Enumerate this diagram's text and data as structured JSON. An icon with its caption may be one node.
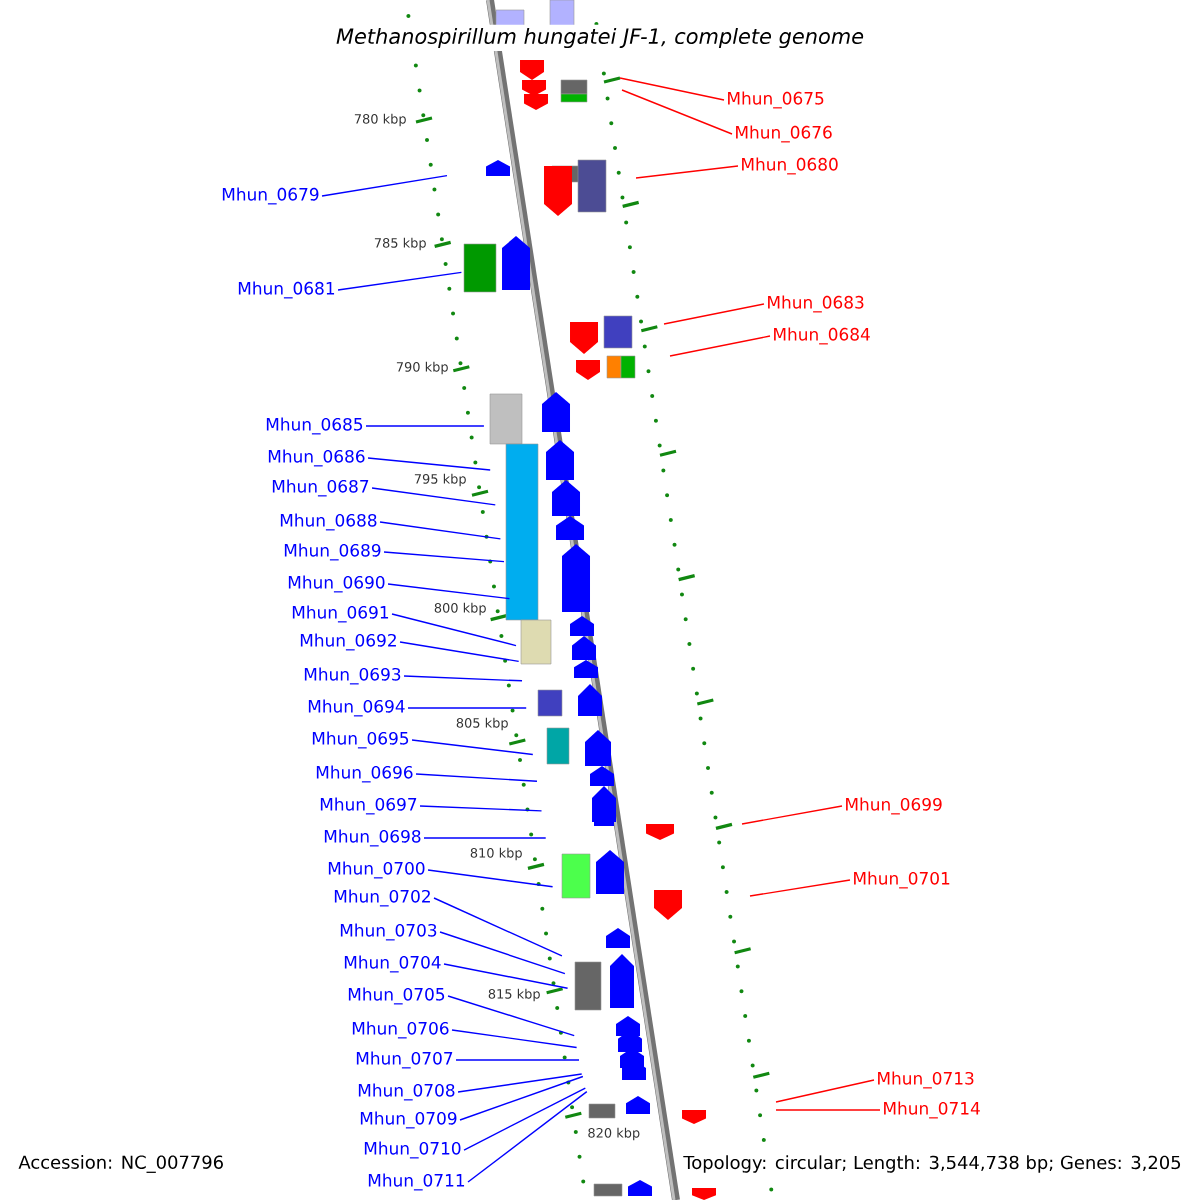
{
  "diagram": {
    "title": "Methanospirillum hungatei JF-1, complete genome",
    "nodes": [
      {
        "text": [
          "Mhun_0675"
        ]
      },
      {
        "text": [
          "Mhun_0676"
        ]
      },
      {
        "text": [
          "Mhun_0680"
        ]
      },
      {
        "text": [
          "Mhun_0679"
        ]
      },
      {
        "text": [
          "Mhun_0681"
        ]
      },
      {
        "text": [
          "Mhun_0683"
        ]
      },
      {
        "text": [
          "Mhun_0684"
        ]
      },
      {
        "text": [
          "Mhun_0685"
        ]
      },
      {
        "text": [
          "Mhun_0686"
        ]
      },
      {
        "text": [
          "Mhun_0687"
        ]
      },
      {
        "text": [
          "Mhun_0688"
        ]
      },
      {
        "text": [
          "Mhun_0689"
        ]
      },
      {
        "text": [
          "Mhun_0690"
        ]
      },
      {
        "text": [
          "Mhun_0691"
        ]
      },
      {
        "text": [
          "Mhun_0692"
        ]
      },
      {
        "text": [
          "Mhun_0693"
        ]
      },
      {
        "text": [
          "Mhun_0694"
        ]
      },
      {
        "text": [
          "Mhun_0695"
        ]
      },
      {
        "text": [
          "Mhun_0696"
        ]
      },
      {
        "text": [
          "Mhun_0697"
        ]
      },
      {
        "text": [
          "Mhun_0698"
        ]
      },
      {
        "text": [
          "Mhun_0699"
        ]
      },
      {
        "text": [
          "Mhun_0700"
        ]
      },
      {
        "text": [
          "Mhun_0701"
        ]
      },
      {
        "text": [
          "Mhun_0702"
        ]
      },
      {
        "text": [
          "Mhun_0703"
        ]
      },
      {
        "text": [
          "Mhun_0704"
        ]
      },
      {
        "text": [
          "Mhun_0705"
        ]
      },
      {
        "text": [
          "Mhun_0706"
        ]
      },
      {
        "text": [
          "Mhun_0707"
        ]
      },
      {
        "text": [
          "Mhun_0708"
        ]
      },
      {
        "text": [
          "Mhun_0713"
        ]
      },
      {
        "text": [
          "Mhun_0714"
        ]
      },
      {
        "text": [
          "Mhun_0709"
        ]
      },
      {
        "text": [
          "Mhun_0710"
        ]
      },
      {
        "text": [
          "Mhun_0711"
        ]
      }
    ],
    "edges": [
      {
        "from": 0,
        "to": null,
        "arrow": "none",
        "color": "#ff0000"
      },
      {
        "from": 1,
        "to": null,
        "arrow": "none",
        "color": "#ff0000"
      },
      {
        "from": 2,
        "to": null,
        "arrow": "none",
        "color": "#ff0000"
      },
      {
        "from": 3,
        "to": null,
        "arrow": "none"
      },
      {
        "from": 4,
        "to": null,
        "arrow": "none"
      },
      {
        "from": 5,
        "to": null,
        "arrow": "none",
        "color": "#ff0000"
      },
      {
        "from": 6,
        "to": null,
        "arrow": "none",
        "color": "#ff0000"
      },
      {
        "from": 7,
        "to": null,
        "arrow": "none"
      },
      {
        "from": 8,
        "to": null,
        "arrow": "none"
      },
      {
        "from": 9,
        "to": null,
        "arrow": "none"
      },
      {
        "from": 10,
        "to": null,
        "arrow": "none"
      },
      {
        "from": 11,
        "to": null,
        "arrow": "none"
      },
      {
        "from": 12,
        "to": null,
        "arrow": "none"
      },
      {
        "from": 13,
        "to": null,
        "arrow": "none"
      },
      {
        "from": 14,
        "to": null,
        "arrow": "none"
      },
      {
        "from": 15,
        "to": null,
        "arrow": "none"
      },
      {
        "from": 16,
        "to": null,
        "arrow": "none"
      },
      {
        "from": 17,
        "to": null,
        "arrow": "none"
      },
      {
        "from": 18,
        "to": null,
        "arrow": "none"
      },
      {
        "from": 19,
        "to": null,
        "arrow": "none"
      },
      {
        "from": 20,
        "to": null,
        "arrow": "none"
      },
      {
        "from": 21,
        "to": null,
        "arrow": "none",
        "color": "#ff0000"
      },
      {
        "from": 22,
        "to": null,
        "arrow": "none"
      },
      {
        "from": 23,
        "to": null,
        "arrow": "none",
        "color": "#ff0000"
      },
      {
        "from": 24,
        "to": null,
        "arrow": "none"
      },
      {
        "from": 25,
        "to": null,
        "arrow": "none"
      },
      {
        "from": 26,
        "to": null,
        "arrow": "none"
      },
      {
        "from": 27,
        "to": null,
        "arrow": "none"
      },
      {
        "from": 28,
        "to": null,
        "arrow": "none"
      },
      {
        "from": 29,
        "to": null,
        "arrow": "none"
      },
      {
        "from": 30,
        "to": null,
        "arrow": "none"
      },
      {
        "from": 31,
        "to": null,
        "arrow": "none",
        "color": "#ff0000"
      },
      {
        "from": 32,
        "to": null,
        "arrow": "none",
        "color": "#ff0000"
      },
      {
        "from": 33,
        "to": null,
        "arrow": "none"
      },
      {
        "from": 34,
        "to": null,
        "arrow": "none"
      },
      {
        "from": 35,
        "to": null,
        "arrow": "none"
      }
    ],
    "labels": [
      "780 kbp",
      "785 kbp",
      "790 kbp",
      "795 kbp",
      "800 kbp",
      "805 kbp",
      "810 kbp",
      "815 kbp",
      "820 kbp",
      "Accession: NC_007796",
      "Topology: circular; Length: 3,544,738 bp; Genes: 3,205"
    ]
  }
}
